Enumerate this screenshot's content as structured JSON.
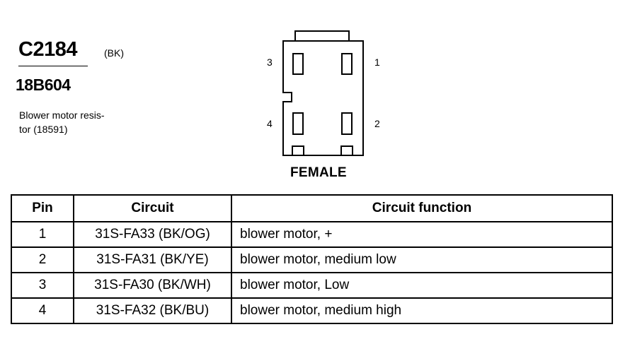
{
  "header": {
    "connector_id": "C2184",
    "connector_color": "(BK)",
    "part_number": "18B604",
    "description_lines": [
      "Blower motor resis-",
      "tor (18591)"
    ]
  },
  "diagram": {
    "caption": "FEMALE",
    "pin_labels": [
      {
        "pin": "3",
        "side": "left",
        "row": "top"
      },
      {
        "pin": "1",
        "side": "right",
        "row": "top"
      },
      {
        "pin": "4",
        "side": "left",
        "row": "bottom"
      },
      {
        "pin": "2",
        "side": "right",
        "row": "bottom"
      }
    ]
  },
  "table": {
    "headers": [
      "Pin",
      "Circuit",
      "Circuit function"
    ],
    "rows": [
      {
        "pin": "1",
        "circuit": "31S-FA33 (BK/OG)",
        "function": "blower motor, +"
      },
      {
        "pin": "2",
        "circuit": "31S-FA31 (BK/YE)",
        "function": "blower motor, medium low"
      },
      {
        "pin": "3",
        "circuit": "31S-FA30 (BK/WH)",
        "function": "blower motor, Low"
      },
      {
        "pin": "4",
        "circuit": "31S-FA32 (BK/BU)",
        "function": "blower motor, medium high"
      }
    ]
  }
}
